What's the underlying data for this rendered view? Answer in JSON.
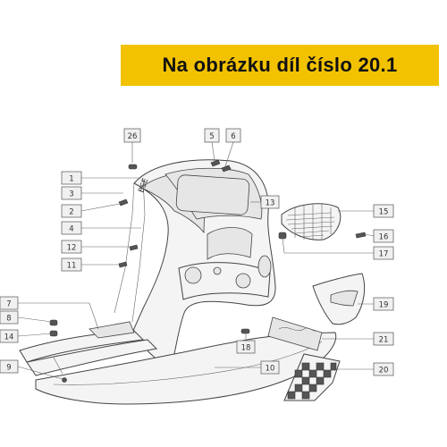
{
  "header": {
    "title": "Na obrázku díl číslo 20.1"
  },
  "callouts": {
    "c1": "1",
    "c2": "2",
    "c3": "3",
    "c4": "4",
    "c5": "5",
    "c6": "6",
    "c7": "7",
    "c8": "8",
    "c9": "9",
    "c10": "10",
    "c11": "11",
    "c12": "12",
    "c13": "13",
    "c14": "14",
    "c15": "15",
    "c16": "16",
    "c17": "17",
    "c18": "18",
    "c19": "19",
    "c20": "20",
    "c21": "21",
    "c26": "26"
  },
  "colors": {
    "banner": "#f2c200"
  }
}
